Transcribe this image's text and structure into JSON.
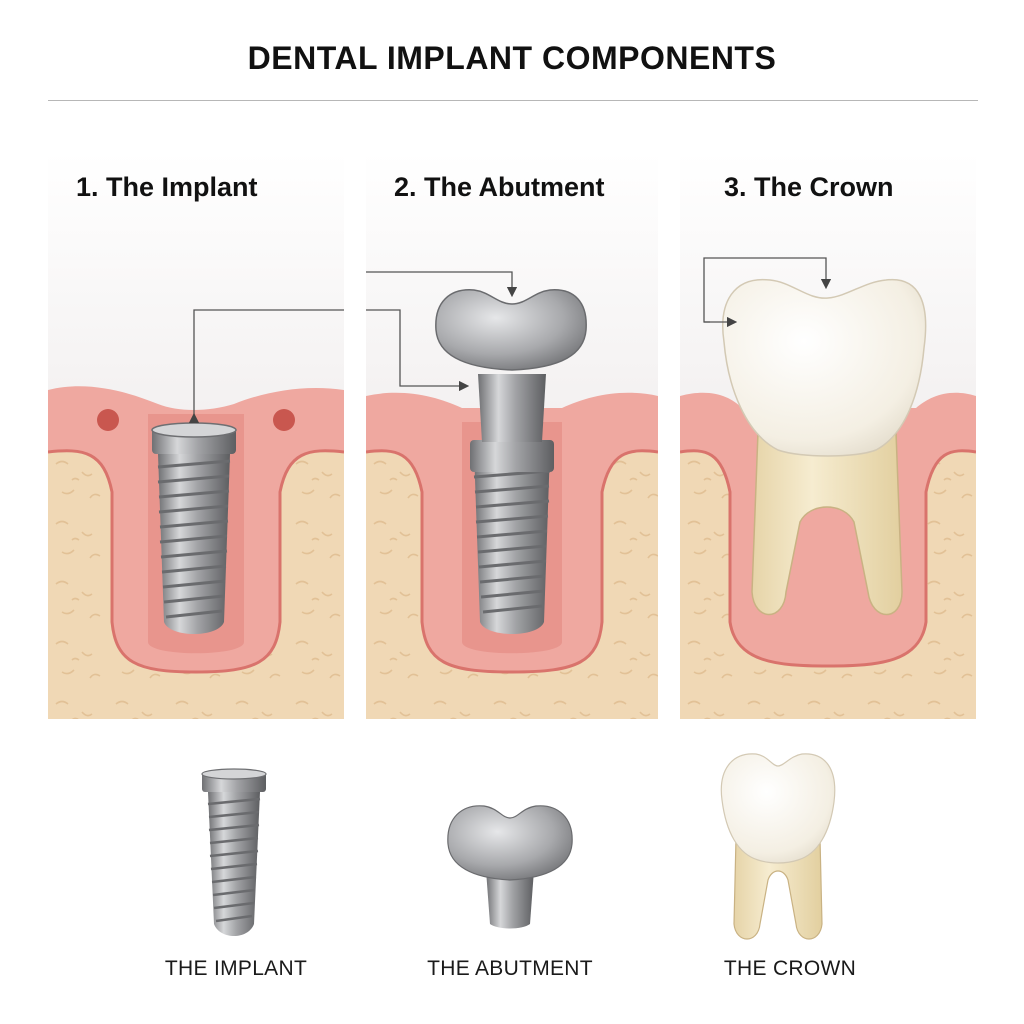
{
  "title": "DENTAL IMPLANT COMPONENTS",
  "panels": [
    {
      "heading": "1. The Implant"
    },
    {
      "heading": "2. The Abutment"
    },
    {
      "heading": "3. The Crown"
    }
  ],
  "components": [
    {
      "label": "THE IMPLANT"
    },
    {
      "label": "THE ABUTMENT"
    },
    {
      "label": "THE CROWN"
    }
  ],
  "colors": {
    "gum": "#efa8a0",
    "gum_dark": "#d9736c",
    "bone": "#f0d8b5",
    "metal": "#a9aaac",
    "crown": "#f6f2e8",
    "root": "#efe1bd"
  }
}
